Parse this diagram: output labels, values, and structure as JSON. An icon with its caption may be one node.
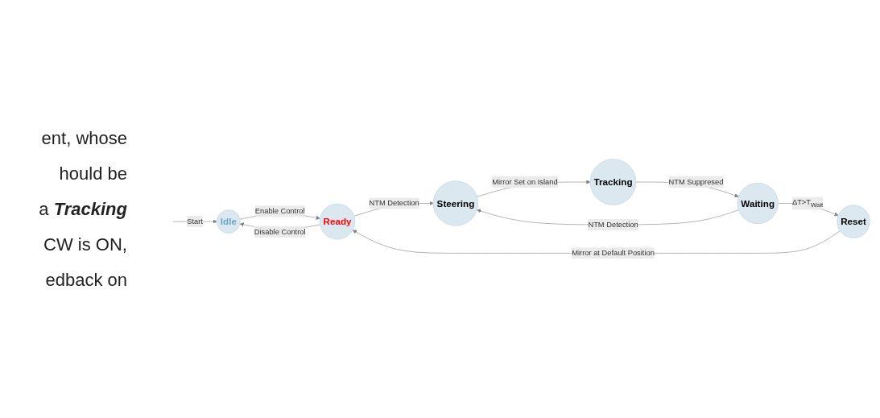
{
  "diagram": {
    "nodes": [
      {
        "text": [
          "Idle"
        ]
      },
      {
        "text": [
          "Ready"
        ]
      },
      {
        "text": [
          "Steering"
        ]
      },
      {
        "text": [
          "Tracking"
        ]
      },
      {
        "text": [
          "Waiting"
        ]
      },
      {
        "text": [
          "Reset"
        ]
      }
    ],
    "edges": [
      {
        "from": null,
        "to": 0,
        "label": "Start",
        "arrow": "to"
      },
      {
        "from": 0,
        "to": 1,
        "label": "Enable Control",
        "arrow": "to"
      },
      {
        "from": 1,
        "to": 0,
        "label": "Disable Control",
        "arrow": "to"
      },
      {
        "from": 1,
        "to": 2,
        "label": "NTM Detection",
        "arrow": "to"
      },
      {
        "from": 2,
        "to": 3,
        "label": "Mirror Set on Island",
        "arrow": "to"
      },
      {
        "from": 3,
        "to": 4,
        "label": "NTM Suppresed",
        "arrow": "to"
      },
      {
        "from": 4,
        "to": 2,
        "label": "NTM Detection",
        "arrow": "to"
      },
      {
        "from": 4,
        "to": 5,
        "label": "ΔT>T$_{Wait}$",
        "arrow": "to"
      },
      {
        "from": 5,
        "to": 1,
        "label": "Mirror at Default Position",
        "arrow": "to"
      }
    ],
    "labels": [
      "ent, whose",
      "hould be",
      "a **Tracking**",
      "CW is ON,",
      "edback on"
    ]
  }
}
